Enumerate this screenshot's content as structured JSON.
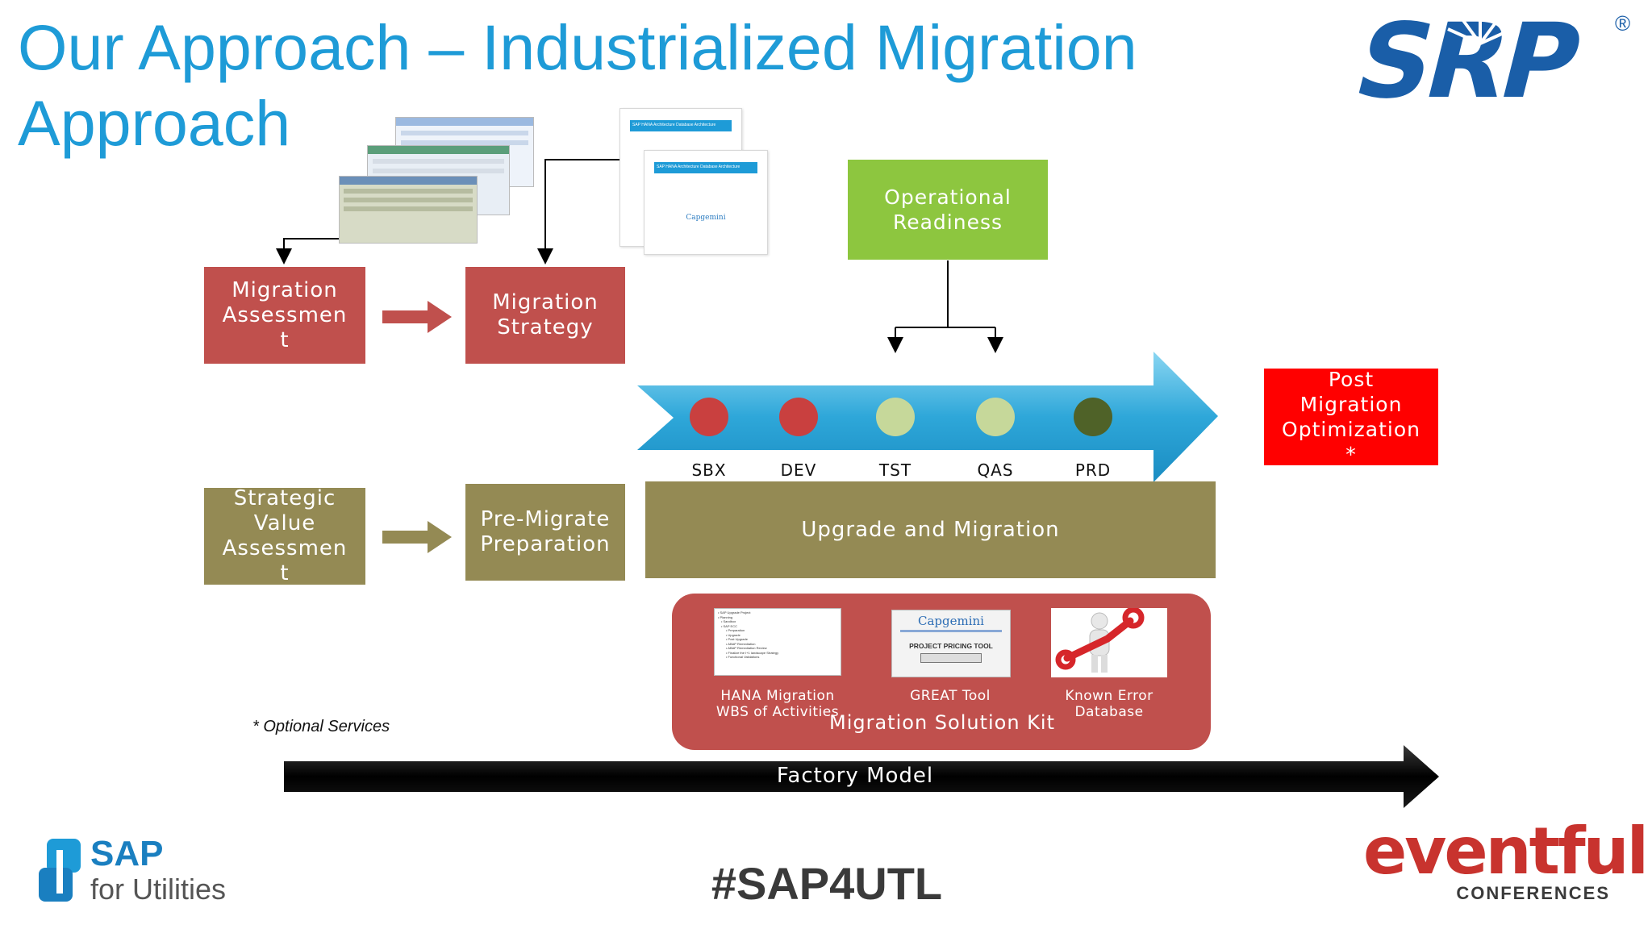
{
  "title": "Our Approach – Industrialized Migration Approach",
  "logo_top_right": {
    "text": "SRP",
    "registered": "®"
  },
  "boxes": {
    "migration_assessment": "Migration\nAssessmen\nt",
    "migration_strategy": "Migration\nStrategy",
    "operational_readiness": "Operational\nReadiness",
    "post_migration": "Post\nMigration\nOptimization\n*",
    "strategic_value": "Strategic\nValue\nAssessmen\nt",
    "pre_migrate": "Pre-Migrate\nPreparation",
    "upgrade_migration": "Upgrade and Migration"
  },
  "environments": [
    {
      "label": "SBX",
      "color": "#c9403f"
    },
    {
      "label": "DEV",
      "color": "#c9403f"
    },
    {
      "label": "TST",
      "color": "#c6d89a"
    },
    {
      "label": "QAS",
      "color": "#c6d89a"
    },
    {
      "label": "PRD",
      "color": "#4f6228"
    }
  ],
  "kit": {
    "title": "Migration Solution Kit",
    "items": [
      {
        "label": "HANA Migration\nWBS of Activities"
      },
      {
        "label": "GREAT Tool"
      },
      {
        "label": "Known Error\nDatabase"
      }
    ],
    "thumb_great": {
      "brand": "Capgemini",
      "caption": "PROJECT PRICING TOOL"
    },
    "thumb_wbs": [
      "SAP Upgrade Project",
      "Planning",
      "Sandbox",
      "SAP ECC",
      "Preparation",
      "Upgrade",
      "Post Upgrade",
      "ABAP Remediation",
      "ABAP Remediation Review",
      "Finalize the I+1 landscape Strategy",
      "Functional Validations"
    ]
  },
  "docs": {
    "doc1_header": "SAP HANA Architecture Database Architecture",
    "doc2_header": "SAP HANA Architecture Database Architecture",
    "doc_brand": "Capgemini"
  },
  "optional_note": "* Optional Services",
  "factory_model": "Factory Model",
  "footer": {
    "sap_line1": "SAP",
    "sap_line2": "for Utilities",
    "hashtag": "#SAP4UTL",
    "eventful": "eventful",
    "conferences": "CONFERENCES"
  },
  "colors": {
    "title_blue": "#1e9bd7",
    "red_box": "#c0504d",
    "olive_box": "#948a54",
    "green_box": "#8dc63f",
    "bright_red": "#ff0000",
    "kit_bg": "#c0504d",
    "timeline_arrow": "#3fb6e0"
  }
}
